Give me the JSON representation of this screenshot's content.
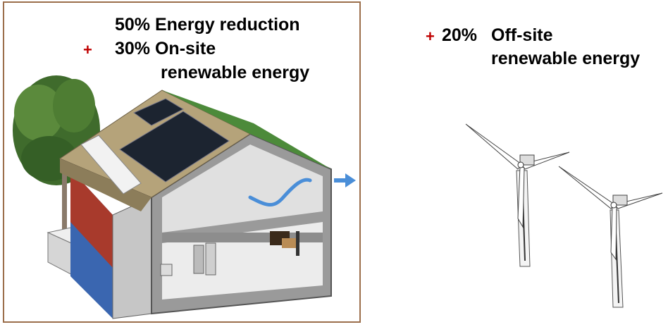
{
  "left_panel": {
    "line1": "50% Energy reduction",
    "plus": "+",
    "line2": "30% On-site",
    "line3": "renewable energy"
  },
  "right_panel": {
    "plus": "+",
    "line1_pct": "20%",
    "line1_text": "Off-site",
    "line2": "renewable energy"
  },
  "colors": {
    "plus": "#c00000",
    "frame": "#9b6e4b",
    "airflow": "#4a8ed8"
  }
}
